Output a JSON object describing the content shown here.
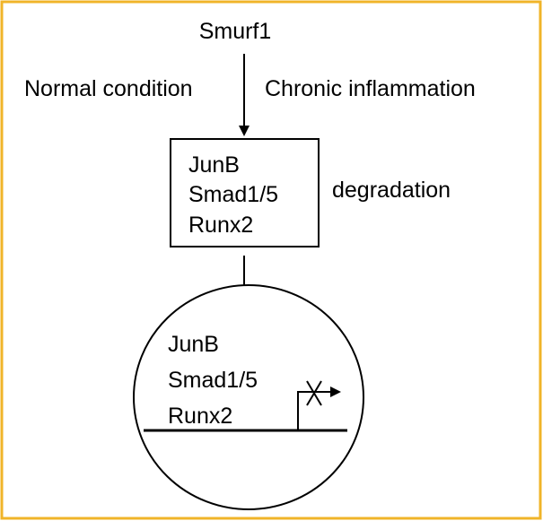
{
  "diagram": {
    "top_label": "Smurf1",
    "left_condition": "Normal condition",
    "right_condition": "Chronic inflammation",
    "box_items": [
      "JunB",
      "Smad1/5",
      "Runx2"
    ],
    "box_side_label": "degradation",
    "nucleus_items": [
      "JunB",
      "Smad1/5",
      "Runx2"
    ]
  },
  "colors": {
    "frame": "#f0b429",
    "line": "#000000",
    "background": "#ffffff"
  }
}
